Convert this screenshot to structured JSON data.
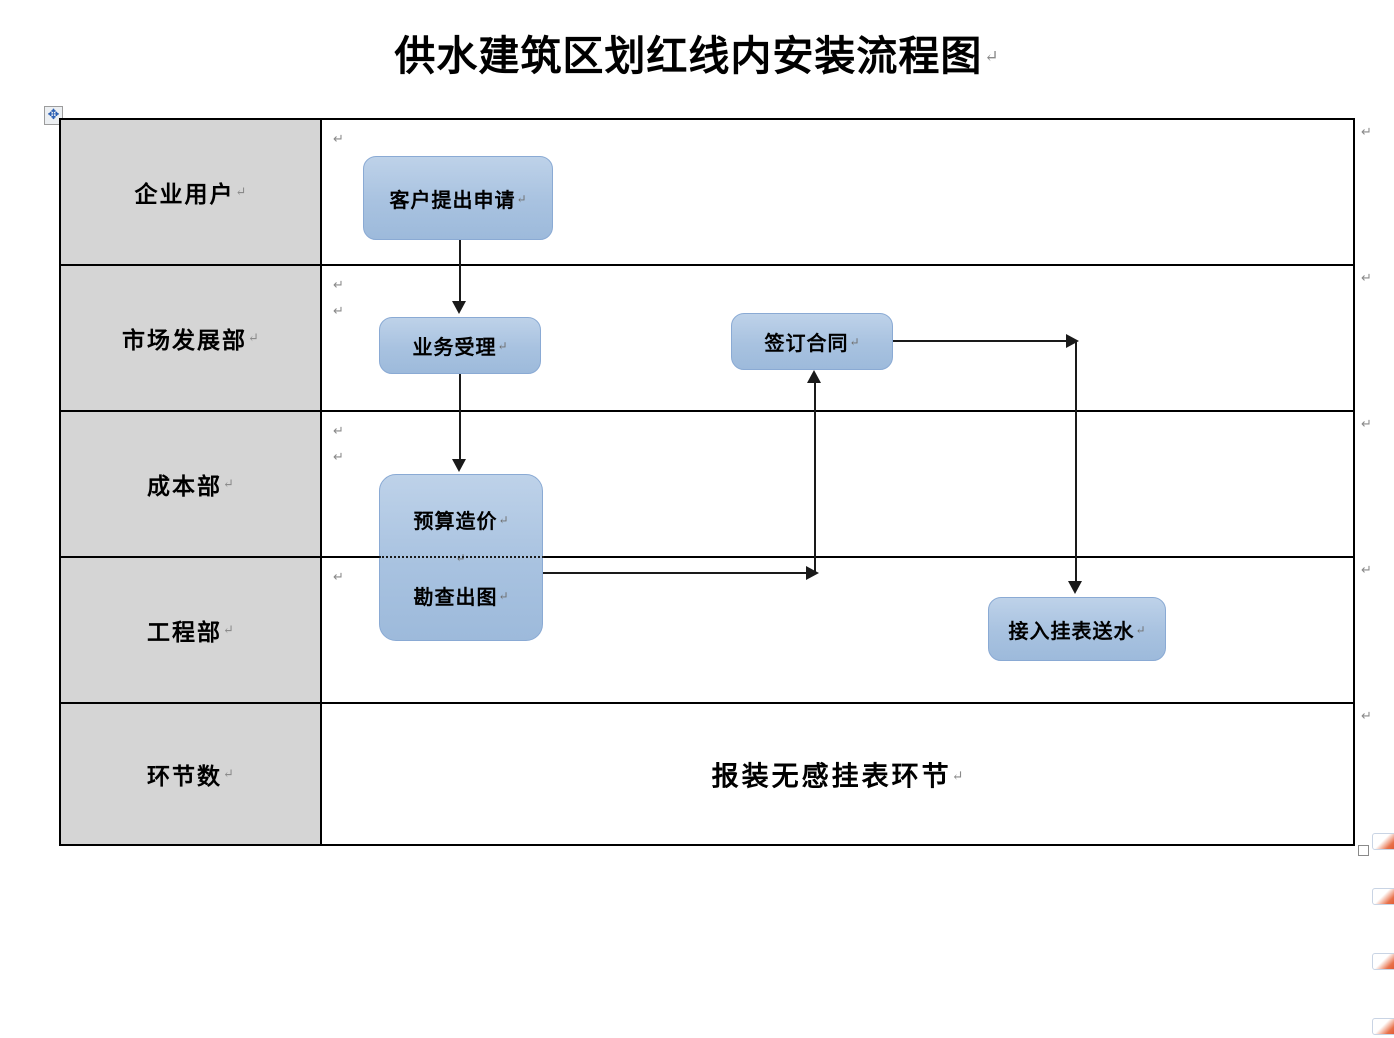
{
  "document": {
    "title": "供水建筑区划红线内安装流程图",
    "pilcrow": "↵"
  },
  "table": {
    "handle_icon": "table-move-handle",
    "handle_glyph": "✥",
    "rows": [
      {
        "label": "企业用户",
        "label_pilcrow": "↵",
        "cell_marks": [
          "↵"
        ],
        "row_end_mark": "↵"
      },
      {
        "label": "市场发展部",
        "label_pilcrow": "↵",
        "cell_marks": [
          "↵",
          "↵"
        ],
        "row_end_mark": "↵"
      },
      {
        "label": "成本部",
        "label_pilcrow": "↵",
        "cell_marks": [
          "↵",
          "↵"
        ],
        "row_end_mark": "↵"
      },
      {
        "label": "工程部",
        "label_pilcrow": "↵",
        "cell_marks": [
          "↵"
        ],
        "row_end_mark": "↵"
      },
      {
        "label": "环节数",
        "label_pilcrow": "↵",
        "cell_marks": [],
        "row_end_mark": "↵",
        "note": "报装无感挂表环节",
        "note_pilcrow": "↵"
      }
    ]
  },
  "flow": {
    "boxes": [
      {
        "id": "apply",
        "text": "客户提出申请",
        "pilcrow": "↵",
        "lane": "企业用户"
      },
      {
        "id": "accept",
        "text": "业务受理",
        "pilcrow": "↵",
        "lane": "市场发展部"
      },
      {
        "id": "contract",
        "text": "签订合同",
        "pilcrow": "↵",
        "lane": "市场发展部"
      },
      {
        "id": "budget",
        "text_top": "预算造价",
        "pilcrow_top": "↵",
        "mid_mark": "↵",
        "text_bottom": "勘查出图",
        "pilcrow_bottom": "↵",
        "lane": "成本部 / 工程部"
      },
      {
        "id": "connect",
        "text": "接入挂表送水",
        "pilcrow": "↵",
        "lane": "工程部"
      }
    ],
    "connections": [
      {
        "from": "apply",
        "to": "accept",
        "direction": "down"
      },
      {
        "from": "accept",
        "to": "budget",
        "direction": "down"
      },
      {
        "from": "budget",
        "to": "contract",
        "direction": "right-then-up"
      },
      {
        "from": "contract",
        "to": "connect",
        "direction": "right-then-down"
      }
    ]
  },
  "colors": {
    "box_fill": "#a8c2e0",
    "box_border": "#8aaad4",
    "label_cell_bg": "#d5d5d5",
    "table_border": "#000000",
    "connector": "#1a1a1a",
    "pilcrow": "#8a8a8a"
  }
}
